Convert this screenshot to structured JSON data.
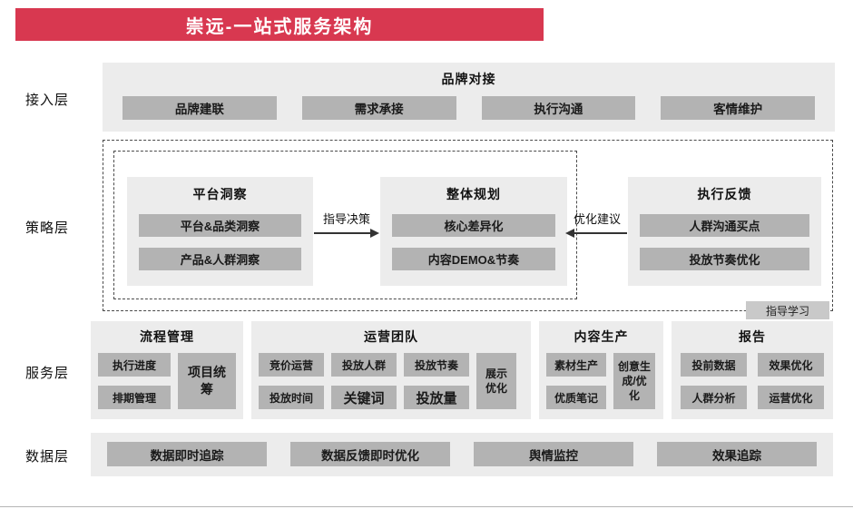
{
  "title": "崇远-一站式服务架构",
  "colors": {
    "banner": "#d83850",
    "panel": "#ececec",
    "button": "#b3b3b3"
  },
  "layers": {
    "access": {
      "label": "接入层",
      "panel_title": "品牌对接",
      "items": [
        "品牌建联",
        "需求承接",
        "执行沟通",
        "客情维护"
      ]
    },
    "strategy": {
      "label": "策略层",
      "groups": [
        {
          "title": "平台洞察",
          "items": [
            "平台&品类洞察",
            "产品&人群洞察"
          ]
        },
        {
          "title": "整体规划",
          "items": [
            "核心差异化",
            "内容DEMO&节奏"
          ]
        },
        {
          "title": "执行反馈",
          "items": [
            "人群沟通买点",
            "投放节奏优化"
          ]
        }
      ],
      "arrows": [
        {
          "label": "指导决策",
          "direction": "right"
        },
        {
          "label": "优化建议",
          "direction": "left"
        }
      ],
      "corner_note": "指导学习"
    },
    "service": {
      "label": "服务层",
      "groups": [
        {
          "title": "流程管理",
          "items": [
            "执行进度",
            "排期管理"
          ],
          "tall_item": "项目统筹"
        },
        {
          "title": "运营团队",
          "items": [
            "竞价运营",
            "投放人群",
            "投放节奏",
            "投放时间",
            "关键词",
            "投放量"
          ],
          "tall_item": "展示优化"
        },
        {
          "title": "内容生产",
          "items": [
            "素材生产",
            "优质笔记"
          ],
          "tall_item": "创意生成/优化"
        },
        {
          "title": "报告",
          "items": [
            "投前数据",
            "效果优化",
            "人群分析",
            "运营优化"
          ]
        }
      ]
    },
    "data": {
      "label": "数据层",
      "items": [
        "数据即时追踪",
        "数据反馈即时优化",
        "舆情监控",
        "效果追踪"
      ]
    }
  }
}
